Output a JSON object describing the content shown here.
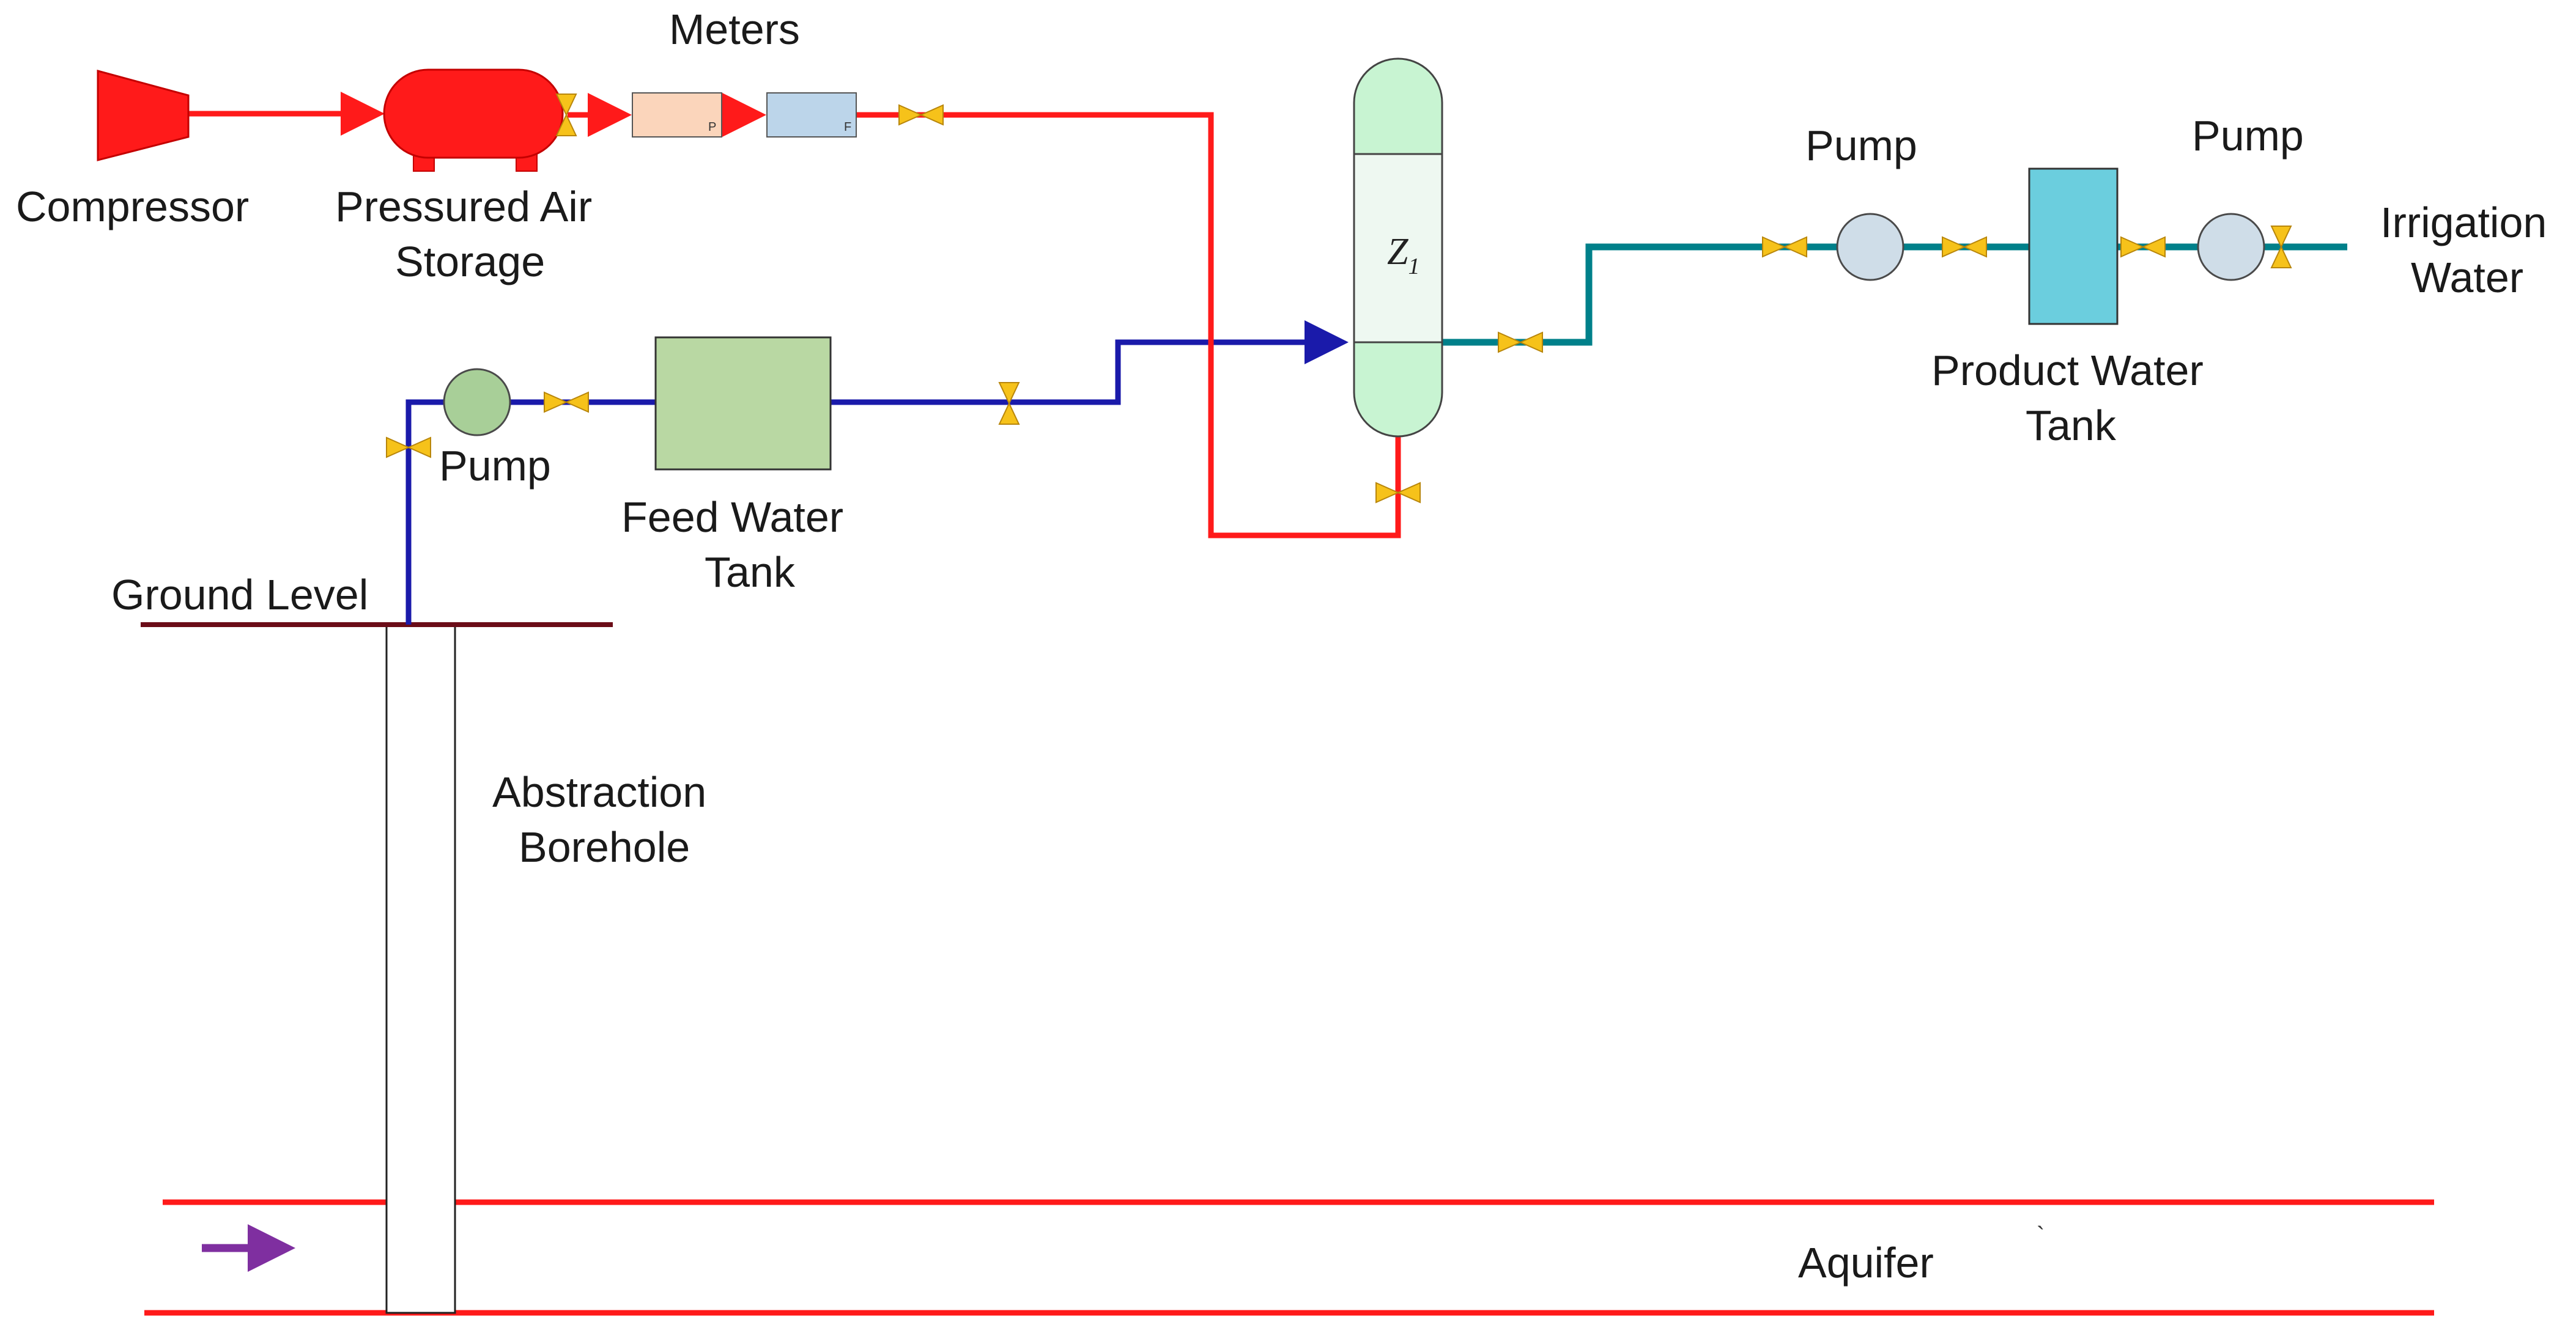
{
  "labels": {
    "compressor": "Compressor",
    "storage_line1": "Pressured Air",
    "storage_line2": "Storage",
    "meters": "Meters",
    "meter_p": "P",
    "meter_f": "F",
    "pump_feed": "Pump",
    "feed_tank_line1": "Feed Water",
    "feed_tank_line2": "Tank",
    "ground_level": "Ground Level",
    "borehole_line1": "Abstraction",
    "borehole_line2": "Borehole",
    "column_label": "Z",
    "column_subscript": "1",
    "pump_product1": "Pump",
    "pump_product2": "Pump",
    "product_tank_line1": "Product Water",
    "product_tank_line2": "Tank",
    "irrigation_line1": "Irrigation",
    "irrigation_line2": "Water",
    "aquifer": "Aquifer"
  },
  "colors": {
    "air_line": "#ff1a1a",
    "feed_line": "#1a1aaa",
    "product_line": "#00808a",
    "compressor": "#ff1a1a",
    "storage": "#ff1a1a",
    "meter_p": "#fbd5bb",
    "meter_f": "#bcd5ea",
    "valve": "#f6c21a",
    "feed_pump": "#a8cf98",
    "feed_tank": "#b9d8a3",
    "column": "#c8f4d2",
    "product_pump": "#cfdde8",
    "product_tank": "#6bcede",
    "ground": "#6b0d18",
    "aquifer_line": "#ff1a1a",
    "flow_arrow": "#7f2fa0"
  }
}
